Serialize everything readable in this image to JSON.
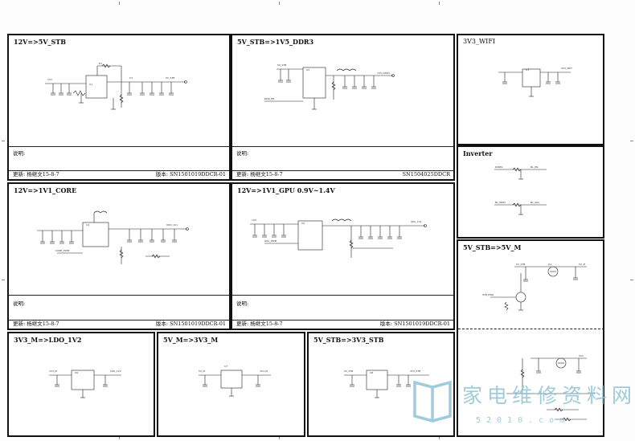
{
  "panels": {
    "p1": {
      "title": "12V=>5V_STB",
      "note": "说明:",
      "foot_left": "更新: 杨继文15-8-7",
      "foot_right": "版本: SN1501019DDCR-01"
    },
    "p2": {
      "title": "5V_STB=>1V5_DDR3",
      "note": "说明:",
      "foot_left": "更新: 杨继文15-8-7",
      "foot_right": "SN1504025DDCR"
    },
    "p3": {
      "title": "3V3_WIFI"
    },
    "p4": {
      "title": "Inverter"
    },
    "p5": {
      "title": "12V=>1V1_CORE",
      "note": "说明:",
      "foot_left": "更新: 杨继文15-8-7",
      "foot_right": "版本: SN1501019DDCR-01"
    },
    "p6": {
      "title": "12V=>1V1_GPU 0.9V~1.4V",
      "note": "说明:",
      "foot_left": "更新: 杨继文15-8-7",
      "foot_right": "版本: SN1501019DDCR-01"
    },
    "p7": {
      "title": "5V_STB=>5V_M"
    },
    "p8": {
      "title": "3V3_M=>LDO_1V2"
    },
    "p9": {
      "title": "5V_M=>3V3_M"
    },
    "p10": {
      "title": "5V_STB=>3V3_STB"
    }
  },
  "watermark": {
    "text": "家电维修资料网",
    "url": "52010.com"
  },
  "colors": {
    "ink": "#111111",
    "watermark": "#8fc3d6"
  }
}
